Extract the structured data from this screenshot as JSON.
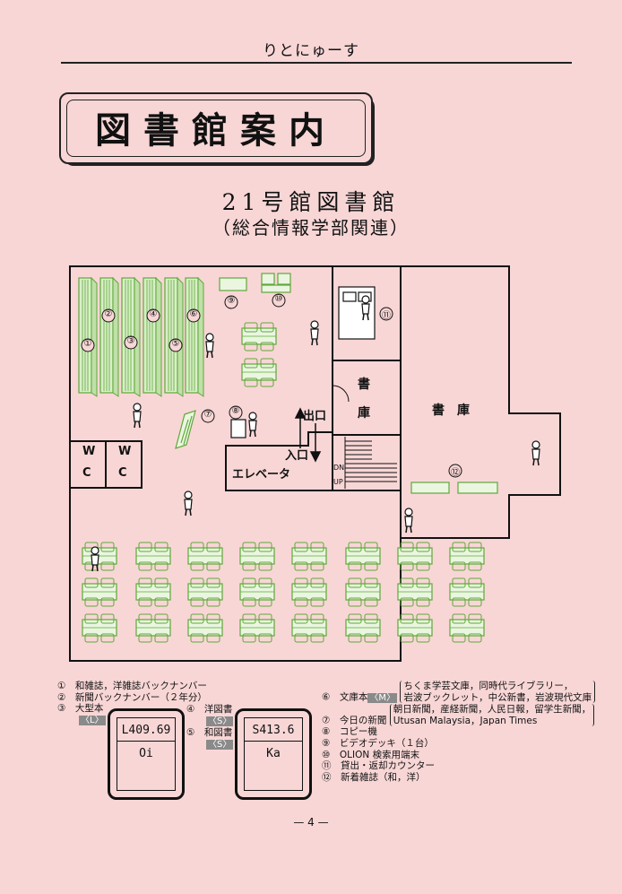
{
  "header": {
    "title": "りとにゅーす"
  },
  "banner": {
    "title": "図書館案内"
  },
  "library": {
    "name": "21号館図書館",
    "subtitle": "（総合情報学部関連）"
  },
  "map": {
    "rooms": {
      "stack_small": "書\n庫",
      "stack_small_1": "書",
      "stack_small_2": "庫",
      "stack_large": "書　庫",
      "wc_left": "W\n·\nC",
      "wc_w": "W",
      "wc_c": "C",
      "elevator": "エレベータ",
      "exit": "出口",
      "entrance": "入口",
      "stairs_dn": "DN",
      "stairs_up": "UP"
    },
    "markers": [
      "①",
      "②",
      "③",
      "④",
      "⑤",
      "⑥",
      "⑦",
      "⑧",
      "⑨",
      "⑩",
      "⑪",
      "⑫"
    ]
  },
  "legend_left": [
    {
      "num": "①",
      "text": "和雑誌，洋雑誌バックナンバー"
    },
    {
      "num": "②",
      "text": "新聞バックナンバー（２年分）"
    },
    {
      "num": "③",
      "text": "大型本",
      "tag": "〈L〉"
    },
    {
      "num": "④",
      "text": "洋図書",
      "tag": "〈S〉"
    },
    {
      "num": "⑤",
      "text": "和図書",
      "tag": "〈S〉"
    }
  ],
  "legend_right": [
    {
      "num": "⑥",
      "text": "文庫本",
      "tag": "〈M〉",
      "detail1": "ちくま学芸文庫，同時代ライブラリー，",
      "detail2": "岩波ブックレット，中公新書，岩波現代文庫"
    },
    {
      "num": "⑦",
      "text": "今日の新聞",
      "detail1": "朝日新聞，産経新聞，人民日報，留学生新聞，",
      "detail2": "Utusan Malaysia，Japan Times"
    },
    {
      "num": "⑧",
      "text": "コピー機"
    },
    {
      "num": "⑨",
      "text": "ビデオデッキ（１台）"
    },
    {
      "num": "⑩",
      "text": "OLION 検索用端末"
    },
    {
      "num": "⑪",
      "text": "貸出・返却カウンター"
    },
    {
      "num": "⑫",
      "text": "新着雑誌（和，洋）"
    }
  ],
  "call_numbers": [
    {
      "line1": "L409.69",
      "line2": "Oi"
    },
    {
      "line1": "S413.6",
      "line2": "Ka"
    }
  ],
  "footer": {
    "page": "— 4 —"
  },
  "colors": {
    "background": "#f8d6d6",
    "furniture": "#5fa83a",
    "ink": "#111111"
  }
}
